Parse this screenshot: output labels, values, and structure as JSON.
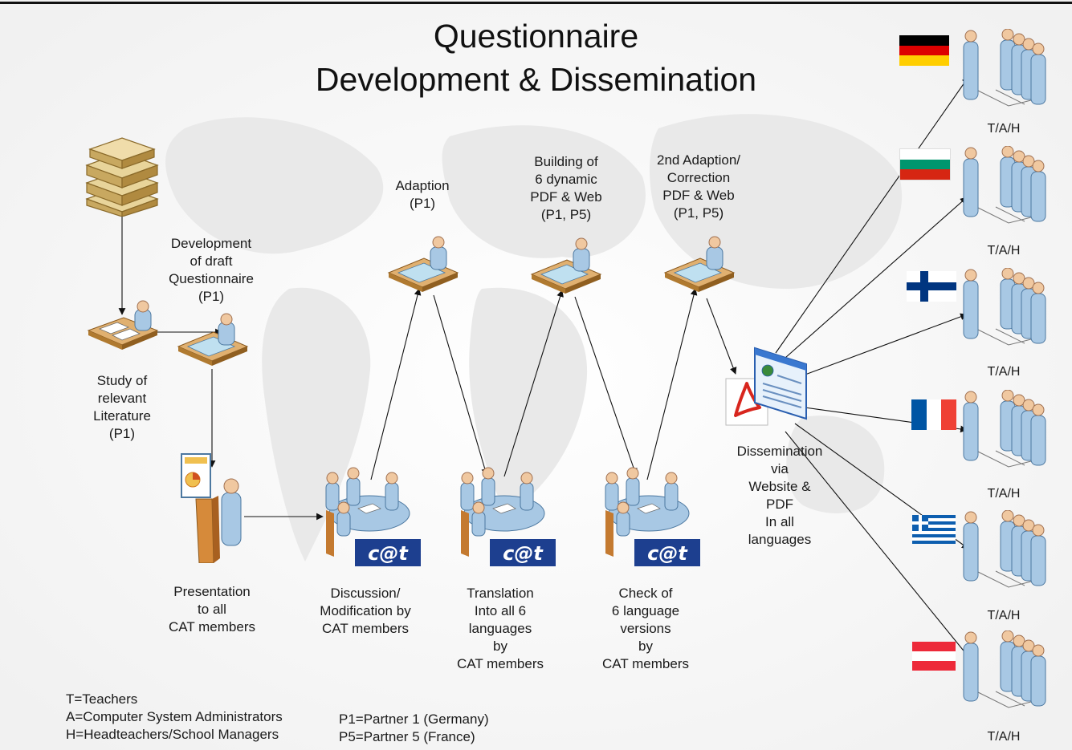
{
  "title": {
    "line1": "Questionnaire",
    "line2": "Development & Dissemination"
  },
  "steps": {
    "study": [
      "Study of",
      "relevant",
      "Literature",
      "(P1)"
    ],
    "draft": [
      "Development",
      "of draft",
      "Questionnaire",
      "(P1)"
    ],
    "presentation": [
      "Presentation",
      "to all",
      "CAT members"
    ],
    "discussion": [
      "Discussion/",
      "Modification by",
      "CAT members"
    ],
    "adaption": [
      "Adaption",
      "(P1)"
    ],
    "translation": [
      "Translation",
      "Into all 6",
      "languages",
      "by",
      "CAT members"
    ],
    "building": [
      "Building of",
      "6 dynamic",
      "PDF & Web",
      "(P1, P5)"
    ],
    "check": [
      "Check of",
      "6 language",
      "versions",
      "by",
      "CAT members"
    ],
    "adaption2": [
      "2nd Adaption/",
      "Correction",
      "PDF & Web",
      "(P1, P5)"
    ],
    "dissemination": [
      "Dissemination",
      "via",
      "Website &",
      "PDF",
      "In all",
      "languages"
    ]
  },
  "cat_logo": "c@t",
  "audiences": [
    {
      "country": "Germany",
      "flag_colors": [
        "#000000",
        "#dd0000",
        "#ffce00"
      ],
      "label": "T/A/H"
    },
    {
      "country": "Bulgaria",
      "flag_colors": [
        "#ffffff",
        "#00966e",
        "#d62612"
      ],
      "label": "T/A/H"
    },
    {
      "country": "Finland",
      "flag_colors": [
        "#ffffff",
        "#003580"
      ],
      "label": "T/A/H"
    },
    {
      "country": "France",
      "flag_colors": [
        "#0055a4",
        "#ffffff",
        "#ef4135"
      ],
      "label": "T/A/H"
    },
    {
      "country": "Greece",
      "flag_colors": [
        "#0d5eaf",
        "#ffffff"
      ],
      "label": "T/A/H"
    },
    {
      "country": "Austria",
      "flag_colors": [
        "#ed2939",
        "#ffffff",
        "#ed2939"
      ],
      "label": "T/A/H"
    }
  ],
  "legend": {
    "roles": [
      "T=Teachers",
      "A=Computer System Administrators",
      "H=Headteachers/School Managers"
    ],
    "partners": [
      "P1=Partner 1 (Germany)",
      "P5=Partner 5 (France)"
    ]
  },
  "colors": {
    "person": "#a8c8e4",
    "person_head": "#f0c8a0",
    "desk": "#e0b070",
    "books": "#e8d49a",
    "cat_badge": "#1d3f8f"
  }
}
